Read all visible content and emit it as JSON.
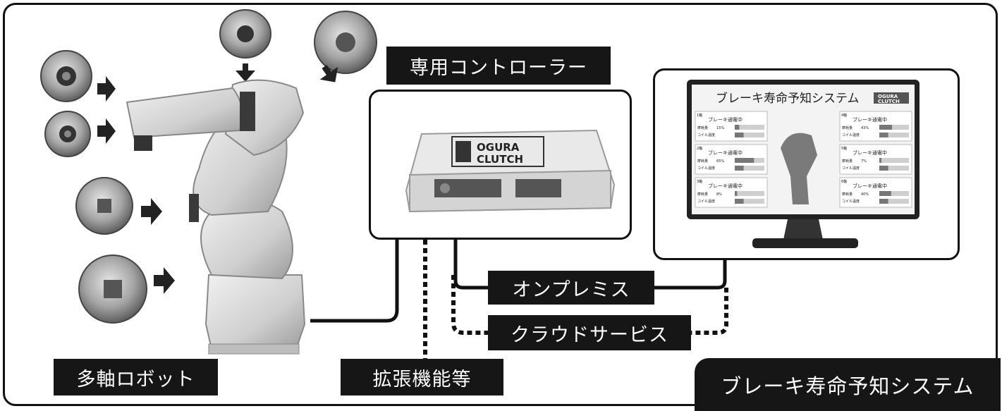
{
  "labels": {
    "controller": "専用コントローラー",
    "robot": "多軸ロボット",
    "extension": "拡張機能等",
    "onpremise": "オンプレミス",
    "cloud": "クラウドサービス",
    "system": "ブレーキ寿命予知システム"
  },
  "controller_logo": {
    "line1": "OGURA",
    "line2": "CLUTCH"
  },
  "screen": {
    "title": "ブレーキ寿命予知システム",
    "logo_line1": "OGURA",
    "logo_line2": "CLUTCH",
    "panel_status": "ブレーキ通電中",
    "row1_label": "摩耗量",
    "row2_label": "コイル温度",
    "panels": [
      {
        "id": "1軸",
        "value": "15%",
        "fill": 0.15
      },
      {
        "id": "2軸",
        "value": "65%",
        "fill": 0.65
      },
      {
        "id": "3軸",
        "value": "8%",
        "fill": 0.08
      },
      {
        "id": "4軸",
        "value": "43%",
        "fill": 0.43
      },
      {
        "id": "5軸",
        "value": "7%",
        "fill": 0.07
      },
      {
        "id": "6軸",
        "value": "40%",
        "fill": 0.4
      }
    ]
  },
  "colors": {
    "label_bg": "#161616",
    "line": "#111111",
    "metal": "#9a9a9a",
    "robot": "#d8d8d8"
  },
  "icons": [
    "brake-unit-icon",
    "arrow-right-icon",
    "arrow-down-icon",
    "robot-arm-image",
    "controller-device-image",
    "monitor-image"
  ]
}
